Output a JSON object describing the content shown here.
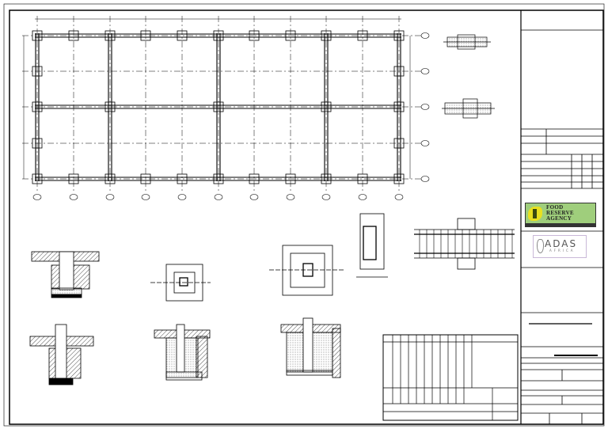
{
  "drawing": {
    "title_block": {
      "client_logo": {
        "line1": "FOOD",
        "line2": "RESERVE",
        "line3": "AGENCY"
      },
      "consultant_logo": {
        "name": "ADAS",
        "sub": "AFRICA"
      }
    },
    "colors": {
      "line": "#000000",
      "logo_green": "#9fce7c",
      "logo_yellow": "#e8e020"
    }
  }
}
